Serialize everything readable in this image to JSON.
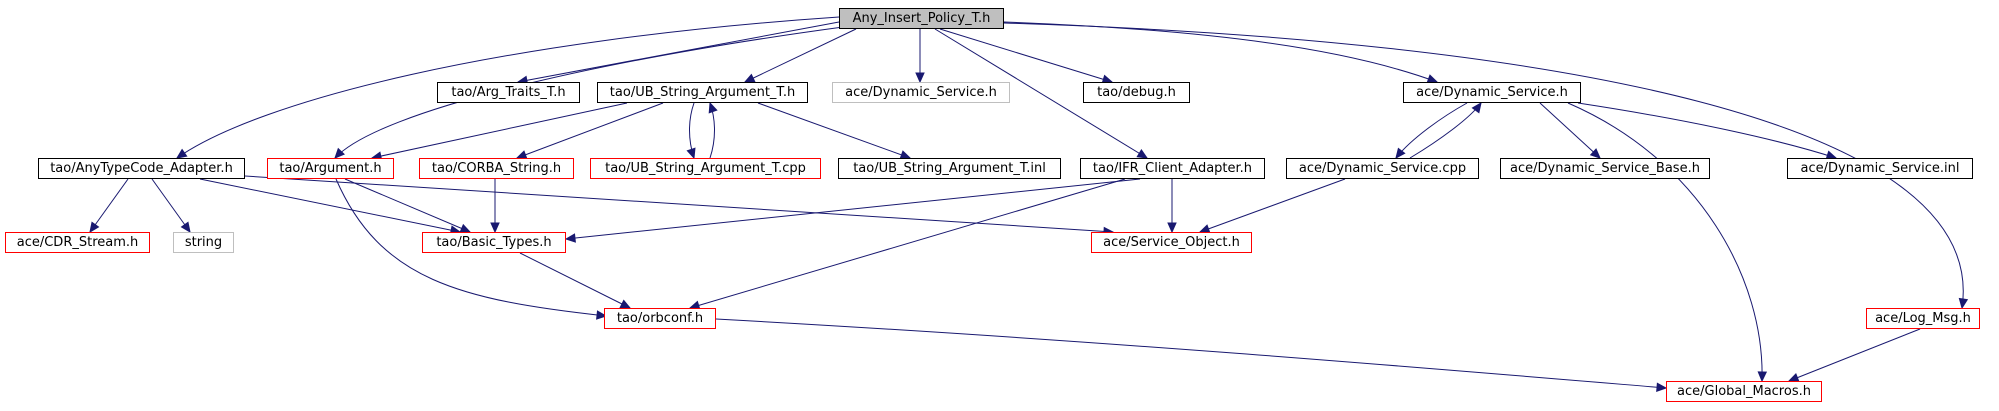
{
  "nodes": [
    {
      "id": "any_insert_policy",
      "label": "Any_Insert_Policy_T.h",
      "style": "focus"
    },
    {
      "id": "arg_traits",
      "label": "tao/Arg_Traits_T.h",
      "style": "black"
    },
    {
      "id": "ub_string_arg_h",
      "label": "tao/UB_String_Argument_T.h",
      "style": "black"
    },
    {
      "id": "dyn_service_gray",
      "label": "ace/Dynamic_Service.h",
      "style": "gray"
    },
    {
      "id": "debug",
      "label": "tao/debug.h",
      "style": "black"
    },
    {
      "id": "dyn_service_h",
      "label": "ace/Dynamic_Service.h",
      "style": "black"
    },
    {
      "id": "anytypecode_adapter",
      "label": "tao/AnyTypeCode_Adapter.h",
      "style": "black"
    },
    {
      "id": "argument",
      "label": "tao/Argument.h",
      "style": "red"
    },
    {
      "id": "corba_string",
      "label": "tao/CORBA_String.h",
      "style": "red"
    },
    {
      "id": "ub_string_arg_cpp",
      "label": "tao/UB_String_Argument_T.cpp",
      "style": "red"
    },
    {
      "id": "ub_string_arg_inl",
      "label": "tao/UB_String_Argument_T.inl",
      "style": "black"
    },
    {
      "id": "ifr_client_adapter",
      "label": "tao/IFR_Client_Adapter.h",
      "style": "black"
    },
    {
      "id": "dyn_service_cpp",
      "label": "ace/Dynamic_Service.cpp",
      "style": "black"
    },
    {
      "id": "dyn_service_base",
      "label": "ace/Dynamic_Service_Base.h",
      "style": "black"
    },
    {
      "id": "dyn_service_inl",
      "label": "ace/Dynamic_Service.inl",
      "style": "black"
    },
    {
      "id": "cdr_stream",
      "label": "ace/CDR_Stream.h",
      "style": "red"
    },
    {
      "id": "string",
      "label": "string",
      "style": "gray"
    },
    {
      "id": "basic_types",
      "label": "tao/Basic_Types.h",
      "style": "red"
    },
    {
      "id": "service_object",
      "label": "ace/Service_Object.h",
      "style": "red"
    },
    {
      "id": "orbconf",
      "label": "tao/orbconf.h",
      "style": "red"
    },
    {
      "id": "log_msg",
      "label": "ace/Log_Msg.h",
      "style": "red"
    },
    {
      "id": "global_macros",
      "label": "ace/Global_Macros.h",
      "style": "red"
    }
  ],
  "edges": [
    {
      "from": "any_insert_policy",
      "to": "arg_traits"
    },
    {
      "from": "any_insert_policy",
      "to": "ub_string_arg_h"
    },
    {
      "from": "any_insert_policy",
      "to": "dyn_service_gray"
    },
    {
      "from": "any_insert_policy",
      "to": "debug"
    },
    {
      "from": "any_insert_policy",
      "to": "dyn_service_h"
    },
    {
      "from": "any_insert_policy",
      "to": "anytypecode_adapter"
    },
    {
      "from": "any_insert_policy",
      "to": "argument"
    },
    {
      "from": "any_insert_policy",
      "to": "ifr_client_adapter"
    },
    {
      "from": "any_insert_policy",
      "to": "log_msg"
    },
    {
      "from": "ub_string_arg_h",
      "to": "argument"
    },
    {
      "from": "ub_string_arg_h",
      "to": "corba_string"
    },
    {
      "from": "ub_string_arg_h",
      "to": "ub_string_arg_cpp"
    },
    {
      "from": "ub_string_arg_cpp",
      "to": "ub_string_arg_h"
    },
    {
      "from": "ub_string_arg_h",
      "to": "ub_string_arg_inl"
    },
    {
      "from": "dyn_service_h",
      "to": "dyn_service_cpp"
    },
    {
      "from": "dyn_service_cpp",
      "to": "dyn_service_h"
    },
    {
      "from": "dyn_service_h",
      "to": "dyn_service_base"
    },
    {
      "from": "dyn_service_h",
      "to": "dyn_service_inl"
    },
    {
      "from": "dyn_service_h",
      "to": "global_macros"
    },
    {
      "from": "anytypecode_adapter",
      "to": "cdr_stream"
    },
    {
      "from": "anytypecode_adapter",
      "to": "string"
    },
    {
      "from": "anytypecode_adapter",
      "to": "basic_types"
    },
    {
      "from": "anytypecode_adapter",
      "to": "service_object"
    },
    {
      "from": "argument",
      "to": "basic_types"
    },
    {
      "from": "argument",
      "to": "orbconf"
    },
    {
      "from": "corba_string",
      "to": "basic_types"
    },
    {
      "from": "ifr_client_adapter",
      "to": "basic_types"
    },
    {
      "from": "ifr_client_adapter",
      "to": "service_object"
    },
    {
      "from": "ifr_client_adapter",
      "to": "orbconf"
    },
    {
      "from": "dyn_service_cpp",
      "to": "service_object"
    },
    {
      "from": "basic_types",
      "to": "orbconf"
    },
    {
      "from": "orbconf",
      "to": "global_macros"
    },
    {
      "from": "log_msg",
      "to": "global_macros"
    }
  ],
  "colors": {
    "edge": "#191970",
    "node_border_black": "#000000",
    "node_border_red": "#ff0000",
    "node_border_gray": "#bfbfbf",
    "focus_fill": "#bfbfbf"
  }
}
